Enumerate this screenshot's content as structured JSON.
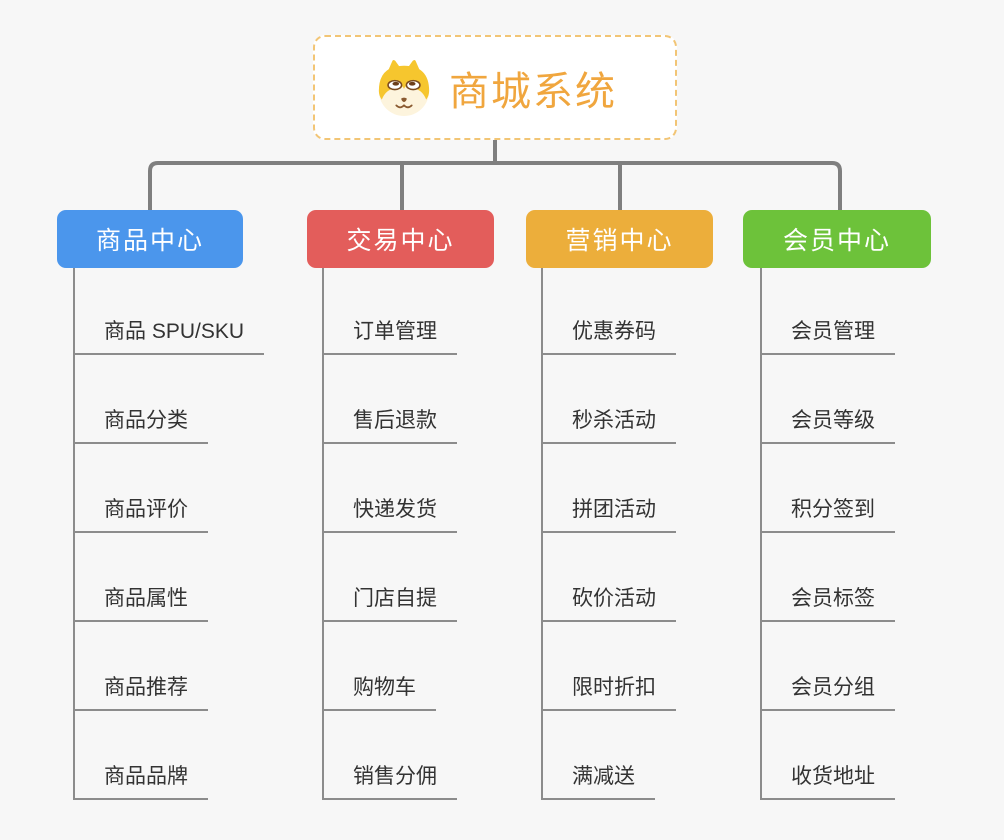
{
  "page": {
    "background": "#f7f7f7"
  },
  "root": {
    "title": "商城系统",
    "title_color": "#f0a63e",
    "border_color": "#f2c575",
    "icon": "shiba-dog-icon"
  },
  "branches": [
    {
      "label": "商品中心",
      "color": "#4b96ec",
      "children": [
        "商品 SPU/SKU",
        "商品分类",
        "商品评价",
        "商品属性",
        "商品推荐",
        "商品品牌"
      ]
    },
    {
      "label": "交易中心",
      "color": "#e35d5b",
      "children": [
        "订单管理",
        "售后退款",
        "快递发货",
        "门店自提",
        "购物车",
        "销售分佣"
      ]
    },
    {
      "label": "营销中心",
      "color": "#ecae3b",
      "children": [
        "优惠券码",
        "秒杀活动",
        "拼团活动",
        "砍价活动",
        "限时折扣",
        "满减送"
      ]
    },
    {
      "label": "会员中心",
      "color": "#6dc23a",
      "children": [
        "会员管理",
        "会员等级",
        "积分签到",
        "会员标签",
        "会员分组",
        "收货地址"
      ]
    }
  ],
  "lines": {
    "top_connector_color": "#7f7f7f",
    "branch_line_color": "#8c8c8c"
  }
}
